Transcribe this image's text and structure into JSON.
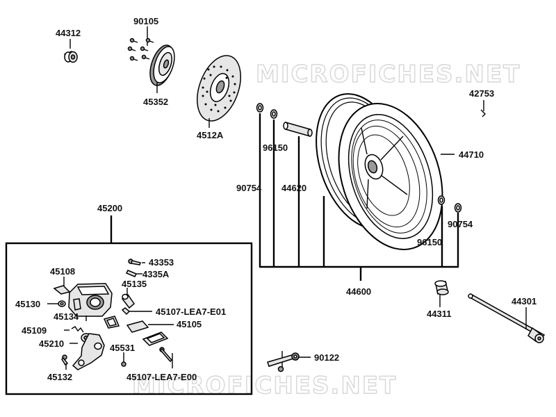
{
  "watermark": {
    "top": "MICROFICHES.NET",
    "bottom": "MICROFICHES.NET"
  },
  "labels": {
    "p44312": "44312",
    "p90105": "90105",
    "p45352": "45352",
    "p4512A": "4512A",
    "p42753": "42753",
    "p96150_top": "96150",
    "p44620": "44620",
    "p90754_left": "90754",
    "p44710": "44710",
    "p90754_right": "90754",
    "p96150_right": "96150",
    "p44600": "44600",
    "p45200": "45200",
    "p44311": "44311",
    "p44301": "44301",
    "p90122": "90122",
    "p43353": "43353",
    "p4335A": "4335A",
    "p45135": "45135",
    "p45108": "45108",
    "p45130": "45130",
    "p45134": "45134",
    "p45107_e01": "45107-LEA7-E01",
    "p45109": "45109",
    "p45105": "45105",
    "p45210": "45210",
    "p45531": "45531",
    "p45132": "45132",
    "p45107_e00": "45107-LEA7-E00"
  }
}
